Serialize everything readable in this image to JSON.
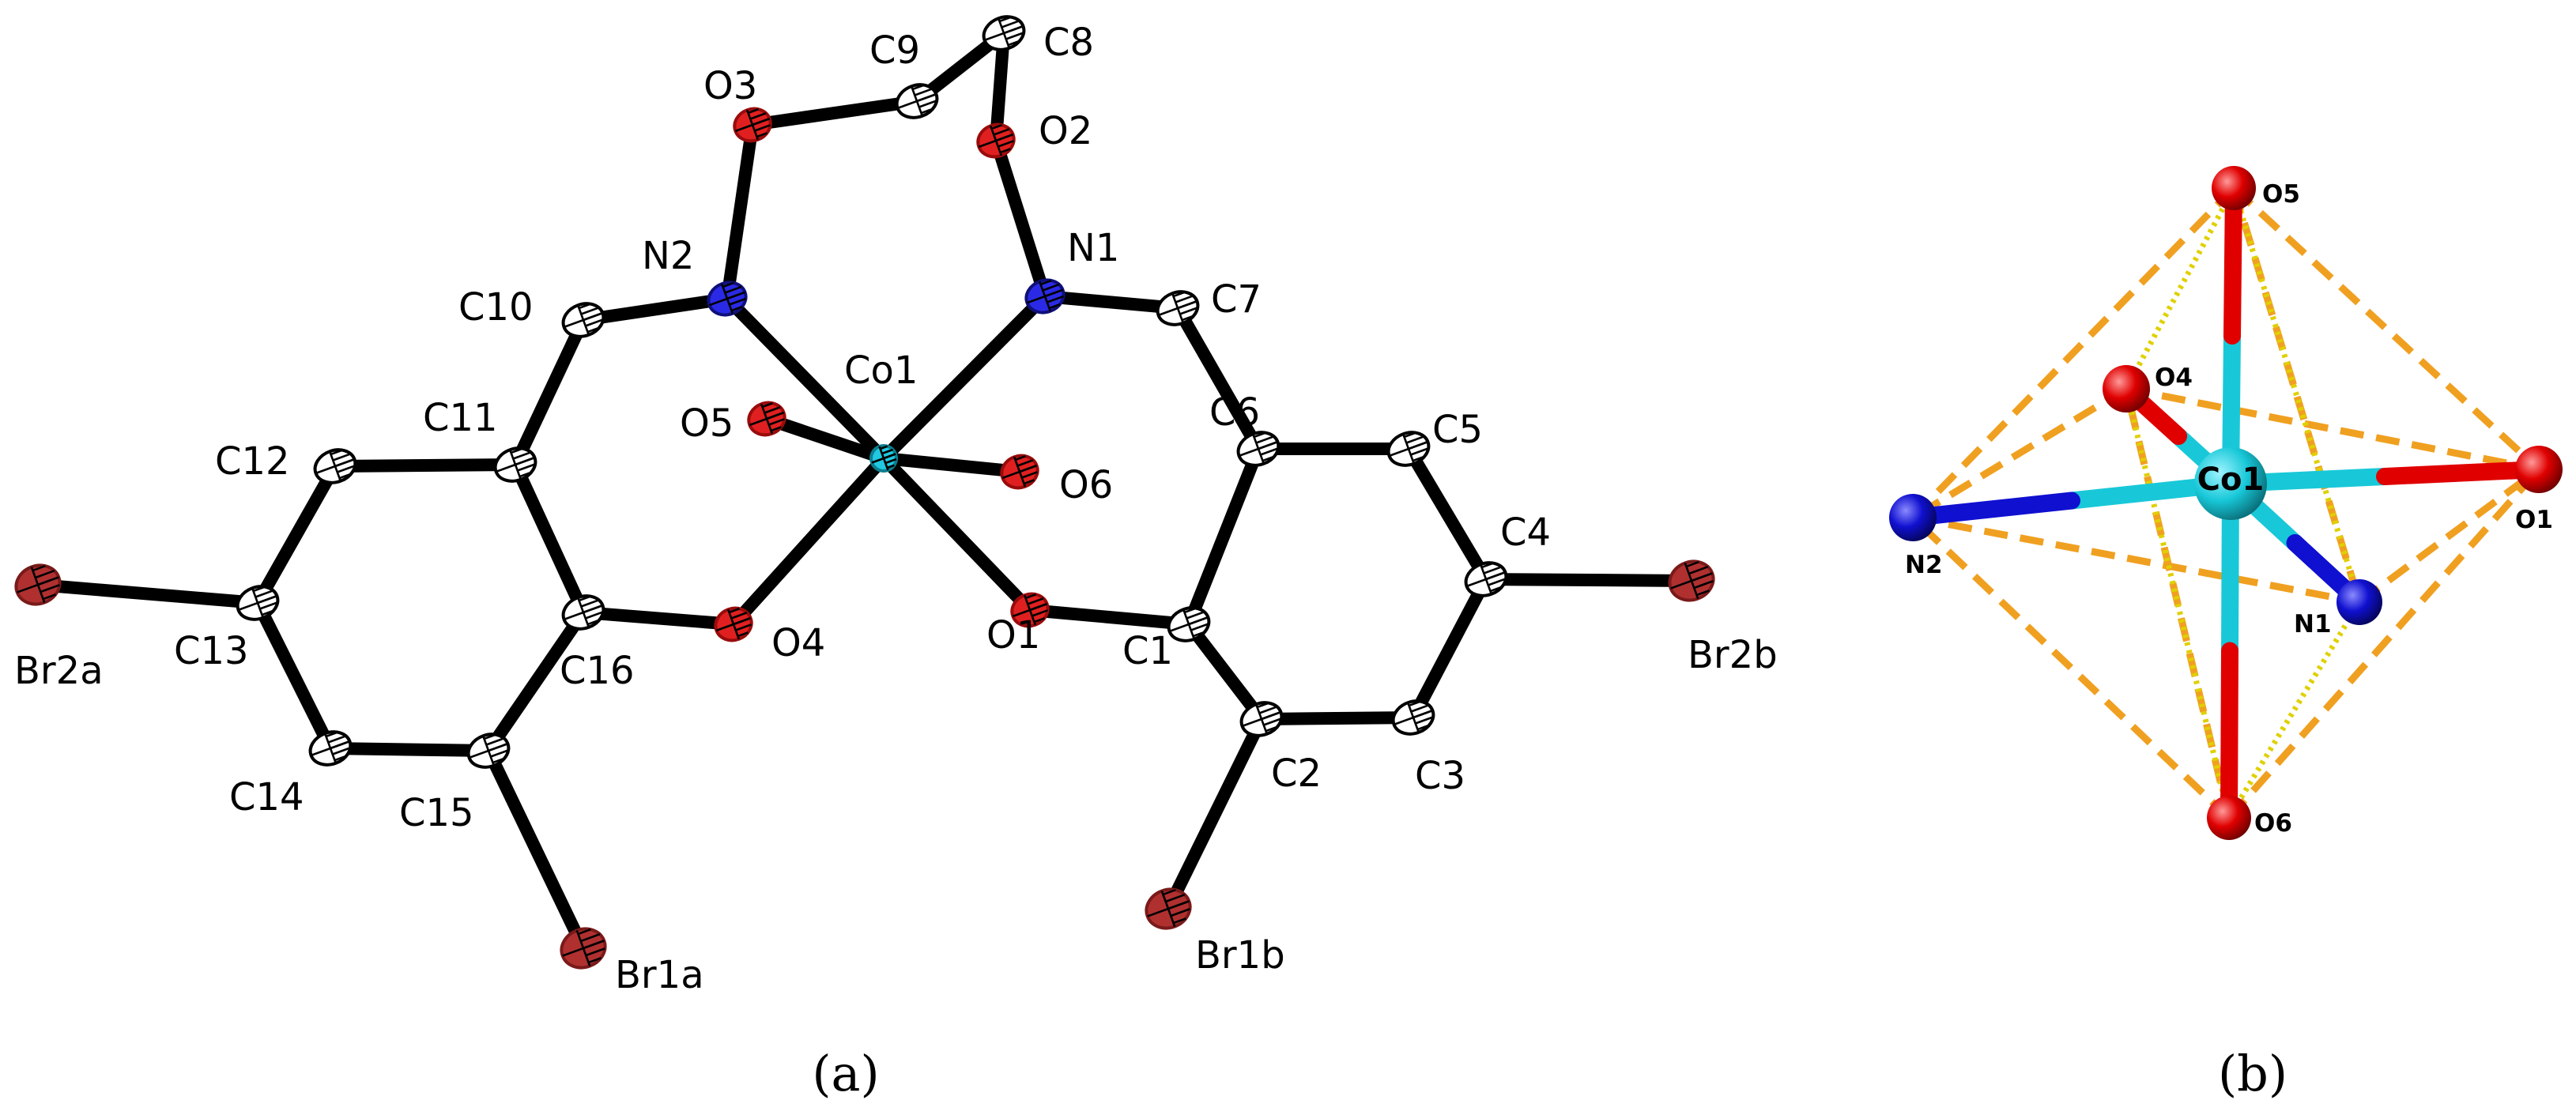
{
  "panel_a": {
    "caption": "(a)",
    "atoms": {
      "Co1": {
        "label": "Co1",
        "element": "Co"
      },
      "N1": {
        "label": "N1",
        "element": "N"
      },
      "N2": {
        "label": "N2",
        "element": "N"
      },
      "O1": {
        "label": "O1",
        "element": "O"
      },
      "O2": {
        "label": "O2",
        "element": "O"
      },
      "O3": {
        "label": "O3",
        "element": "O"
      },
      "O4": {
        "label": "O4",
        "element": "O"
      },
      "O5": {
        "label": "O5",
        "element": "O"
      },
      "O6": {
        "label": "O6",
        "element": "O"
      },
      "C1": {
        "label": "C1",
        "element": "C"
      },
      "C2": {
        "label": "C2",
        "element": "C"
      },
      "C3": {
        "label": "C3",
        "element": "C"
      },
      "C4": {
        "label": "C4",
        "element": "C"
      },
      "C5": {
        "label": "C5",
        "element": "C"
      },
      "C6": {
        "label": "C6",
        "element": "C"
      },
      "C7": {
        "label": "C7",
        "element": "C"
      },
      "C8": {
        "label": "C8",
        "element": "C"
      },
      "C9": {
        "label": "C9",
        "element": "C"
      },
      "C10": {
        "label": "C10",
        "element": "C"
      },
      "C11": {
        "label": "C11",
        "element": "C"
      },
      "C12": {
        "label": "C12",
        "element": "C"
      },
      "C13": {
        "label": "C13",
        "element": "C"
      },
      "C14": {
        "label": "C14",
        "element": "C"
      },
      "C15": {
        "label": "C15",
        "element": "C"
      },
      "C16": {
        "label": "C16",
        "element": "C"
      },
      "Br1a": {
        "label": "Br1a",
        "element": "Br"
      },
      "Br1b": {
        "label": "Br1b",
        "element": "Br"
      },
      "Br2a": {
        "label": "Br2a",
        "element": "Br"
      },
      "Br2b": {
        "label": "Br2b",
        "element": "Br"
      }
    },
    "bonds": [
      [
        "Co1",
        "N1"
      ],
      [
        "Co1",
        "N2"
      ],
      [
        "Co1",
        "O1"
      ],
      [
        "Co1",
        "O4"
      ],
      [
        "Co1",
        "O5"
      ],
      [
        "Co1",
        "O6"
      ],
      [
        "N1",
        "O2"
      ],
      [
        "O2",
        "C8"
      ],
      [
        "C8",
        "C9"
      ],
      [
        "C9",
        "O3"
      ],
      [
        "O3",
        "N2"
      ],
      [
        "N1",
        "C7"
      ],
      [
        "C7",
        "C6"
      ],
      [
        "C6",
        "C1"
      ],
      [
        "C1",
        "O1"
      ],
      [
        "C1",
        "C2"
      ],
      [
        "C2",
        "C3"
      ],
      [
        "C3",
        "C4"
      ],
      [
        "C4",
        "C5"
      ],
      [
        "C5",
        "C6"
      ],
      [
        "C4",
        "Br2b"
      ],
      [
        "C2",
        "Br1b"
      ],
      [
        "N2",
        "C10"
      ],
      [
        "C10",
        "C11"
      ],
      [
        "C11",
        "C16"
      ],
      [
        "C16",
        "O4"
      ],
      [
        "C16",
        "C15"
      ],
      [
        "C15",
        "C14"
      ],
      [
        "C14",
        "C13"
      ],
      [
        "C13",
        "C12"
      ],
      [
        "C12",
        "C11"
      ],
      [
        "C13",
        "Br2a"
      ],
      [
        "C15",
        "Br1a"
      ]
    ]
  },
  "panel_b": {
    "caption": "(b)",
    "atoms": {
      "Co1": {
        "label": "Co1",
        "element": "Co"
      },
      "O5": {
        "label": "O5",
        "element": "O"
      },
      "O4": {
        "label": "O4",
        "element": "O"
      },
      "O1": {
        "label": "O1",
        "element": "O"
      },
      "O6": {
        "label": "O6",
        "element": "O"
      },
      "N1": {
        "label": "N1",
        "element": "N"
      },
      "N2": {
        "label": "N2",
        "element": "N"
      }
    },
    "coordination_bonds": [
      [
        "Co1",
        "O5"
      ],
      [
        "Co1",
        "O6"
      ],
      [
        "Co1",
        "O4"
      ],
      [
        "Co1",
        "O1"
      ],
      [
        "Co1",
        "N1"
      ],
      [
        "Co1",
        "N2"
      ]
    ]
  },
  "colors": {
    "carbon": "#ffffff",
    "nitrogen_a": "#2a2ae6",
    "oxygen_a": "#e02020",
    "bromine": "#b03030",
    "cobalt_a": "#20c8e0",
    "cobalt_b": "#18c8d8",
    "oxygen_b": "#e00000",
    "nitrogen_b": "#1010d0",
    "edge_dashed": "#f0a020",
    "edge_dotted": "#e0d000"
  }
}
